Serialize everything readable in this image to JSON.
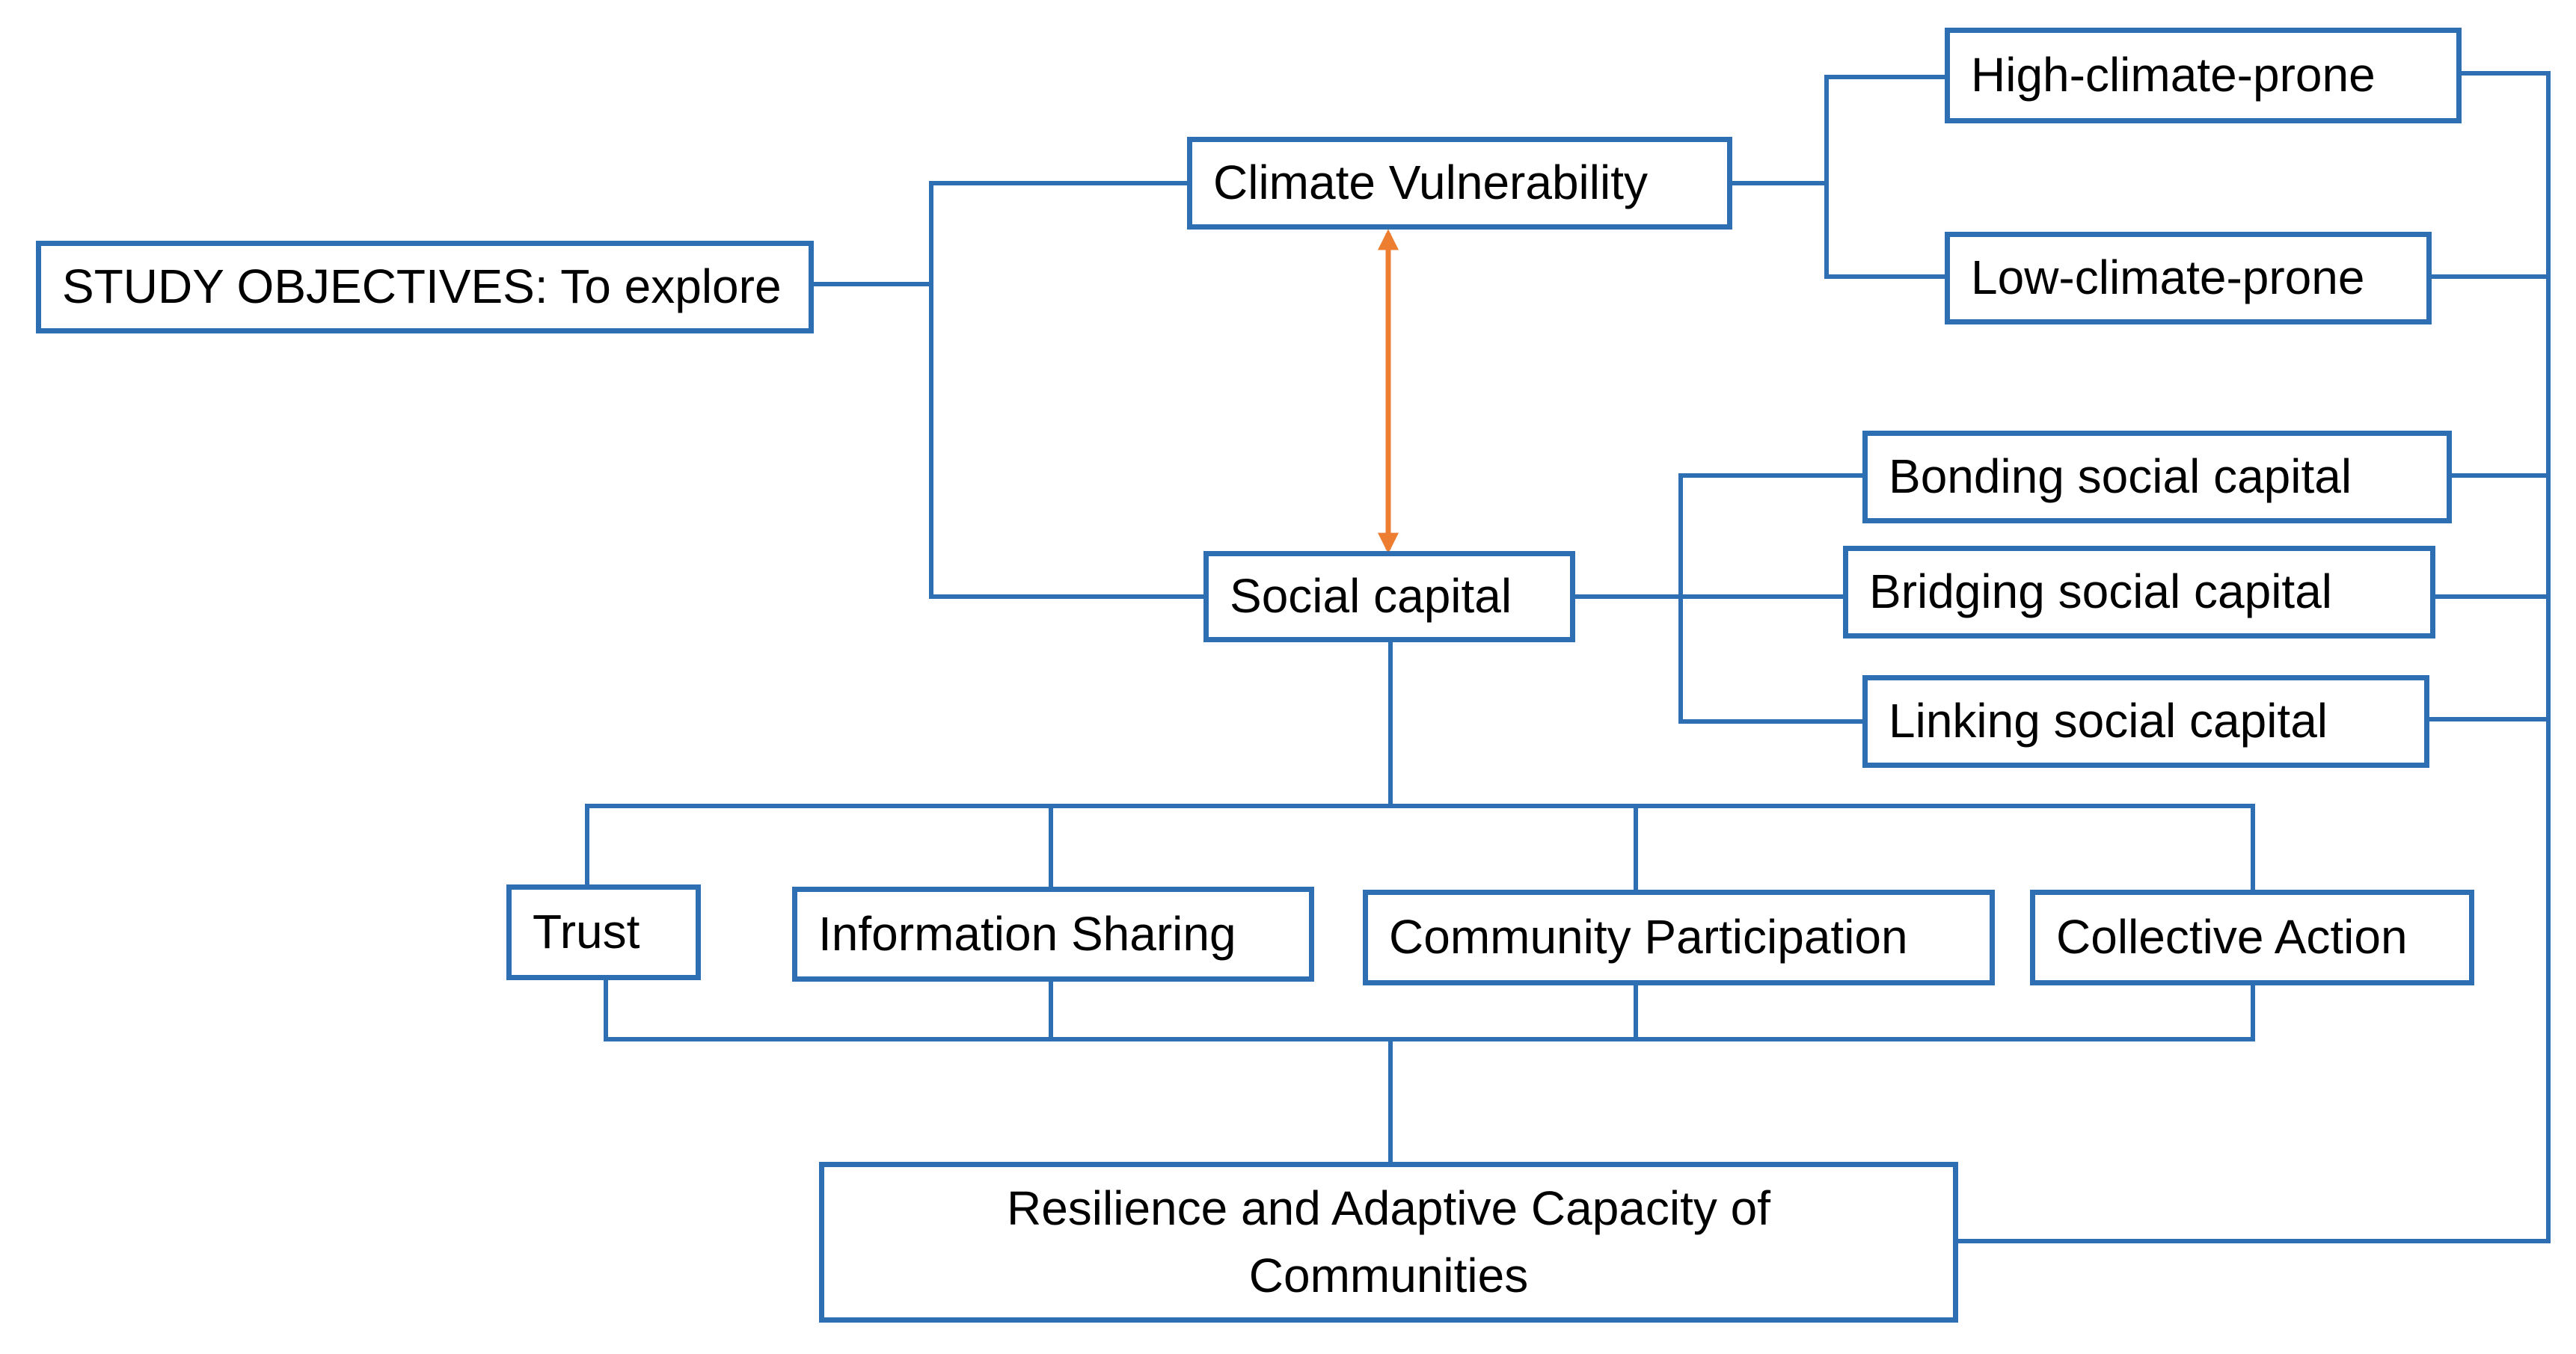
{
  "colors": {
    "box_border": "#2e6fb3",
    "connector": "#2e6fb3",
    "arrow": "#ed7d31"
  },
  "nodes": {
    "study_objectives": "STUDY OBJECTIVES: To explore",
    "climate_vulnerability": "Climate Vulnerability",
    "social_capital": "Social capital",
    "high_climate_prone": "High-climate-prone",
    "low_climate_prone": "Low-climate-prone",
    "bonding": "Bonding social capital",
    "bridging": "Bridging social capital",
    "linking": "Linking social capital",
    "trust": "Trust",
    "information_sharing": "Information Sharing",
    "community_participation": "Community Participation",
    "collective_action": "Collective Action",
    "resilience": "Resilience and Adaptive Capacity of Communities"
  }
}
